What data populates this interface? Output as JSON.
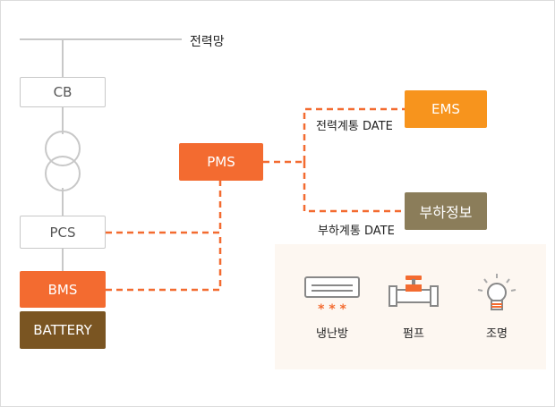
{
  "grid": {
    "label": "전력망"
  },
  "nodes": {
    "cb": "CB",
    "pcs": "PCS",
    "bms": "BMS",
    "battery": "BATTERY",
    "pms": "PMS",
    "ems": "EMS",
    "load_info": "부하정보"
  },
  "links": {
    "power_data": "전력계통 DATE",
    "load_data": "부하계통 DATE"
  },
  "loads": [
    {
      "label": "냉난방",
      "icon": "air-conditioner-icon"
    },
    {
      "label": "펌프",
      "icon": "pump-valve-icon"
    },
    {
      "label": "조명",
      "icon": "light-bulb-icon"
    }
  ],
  "colors": {
    "accent": "#f36b30",
    "ems": "#f7941d",
    "load_info": "#8b7d5a",
    "battery": "#7a5522",
    "line": "#c8c8c8"
  }
}
